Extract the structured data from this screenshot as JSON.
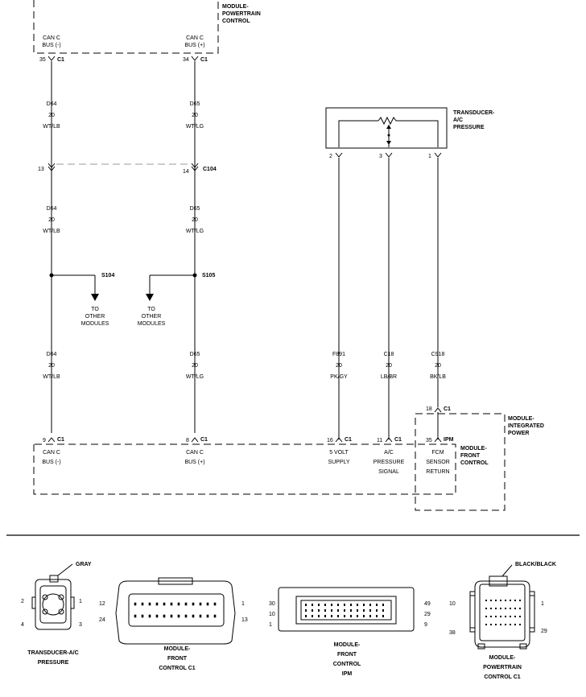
{
  "modules": {
    "pcm": {
      "title": [
        "MODULE-",
        "POWERTRAIN",
        "CONTROL"
      ]
    },
    "transducer": {
      "title": [
        "TRANSDUCER-",
        "A/C",
        "PRESSURE"
      ]
    },
    "fcm": {
      "title": [
        "MODULE-",
        "FRONT",
        "CONTROL"
      ]
    },
    "ipm": {
      "title": [
        "MODULE-",
        "INTEGRATED",
        "POWER"
      ]
    }
  },
  "pcm_pins": [
    {
      "label": [
        "CAN C",
        "BUS (-)"
      ],
      "pin": "35",
      "conn": "C1"
    },
    {
      "label": [
        "CAN C",
        "BUS (+)"
      ],
      "pin": "34",
      "conn": "C1"
    }
  ],
  "wires_top": [
    {
      "circuit": "D64",
      "gauge": "20",
      "color": "WT/LB"
    },
    {
      "circuit": "D65",
      "gauge": "20",
      "color": "WT/LG"
    }
  ],
  "c104": {
    "pin_left": "13",
    "pin_right": "14",
    "name": "C104"
  },
  "wires_mid": [
    {
      "circuit": "D64",
      "gauge": "20",
      "color": "WT/LB"
    },
    {
      "circuit": "D65",
      "gauge": "20",
      "color": "WT/LG"
    }
  ],
  "splices": [
    {
      "name": "S104",
      "note": [
        "TO",
        "OTHER",
        "MODULES"
      ]
    },
    {
      "name": "S105",
      "note": [
        "TO",
        "OTHER",
        "MODULES"
      ]
    }
  ],
  "transducer_pins": [
    "2",
    "3",
    "1"
  ],
  "wires_bottom": [
    {
      "circuit": "D64",
      "gauge": "20",
      "color": "WT/LB"
    },
    {
      "circuit": "D65",
      "gauge": "20",
      "color": "WT/LG"
    },
    {
      "circuit": "F891",
      "gauge": "20",
      "color": "PK/GY"
    },
    {
      "circuit": "C18",
      "gauge": "20",
      "color": "LB/BR"
    },
    {
      "circuit": "C918",
      "gauge": "20",
      "color": "BK/LB"
    }
  ],
  "fcm_pins": [
    {
      "pin": "9",
      "conn": "C1",
      "label": [
        "CAN C",
        "BUS (-)"
      ]
    },
    {
      "pin": "8",
      "conn": "C1",
      "label": [
        "CAN C",
        "BUS (+)"
      ]
    },
    {
      "pin": "16",
      "conn": "C1",
      "label": [
        "5 VOLT",
        "SUPPLY"
      ]
    },
    {
      "pin": "11",
      "conn": "C1",
      "label": [
        "A/C",
        "PRESSURE",
        "SIGNAL"
      ]
    },
    {
      "pin": "35",
      "conn": "IPM",
      "label": [
        "FCM",
        "SENSOR",
        "RETURN"
      ]
    }
  ],
  "ipm_pin": {
    "pin": "18",
    "conn": "C1"
  },
  "connector_views": [
    {
      "title": [
        "TRANSDUCER-A/C",
        "PRESSURE"
      ],
      "callout": "GRAY",
      "pins": [
        "2",
        "1",
        "4",
        "3"
      ]
    },
    {
      "title": [
        "MODULE-",
        "FRONT",
        "CONTROL C1"
      ],
      "pins": [
        "12",
        "1",
        "24",
        "13"
      ]
    },
    {
      "title": [
        "MODULE-",
        "FRONT",
        "CONTROL",
        "IPM"
      ],
      "pins": [
        "30",
        "49",
        "10",
        "29",
        "1",
        "9"
      ]
    },
    {
      "title": [
        "MODULE-",
        "POWERTRAIN",
        "CONTROL C1"
      ],
      "callout": "BLACK/BLACK",
      "pins": [
        "10",
        "1",
        "38",
        "29"
      ]
    }
  ]
}
